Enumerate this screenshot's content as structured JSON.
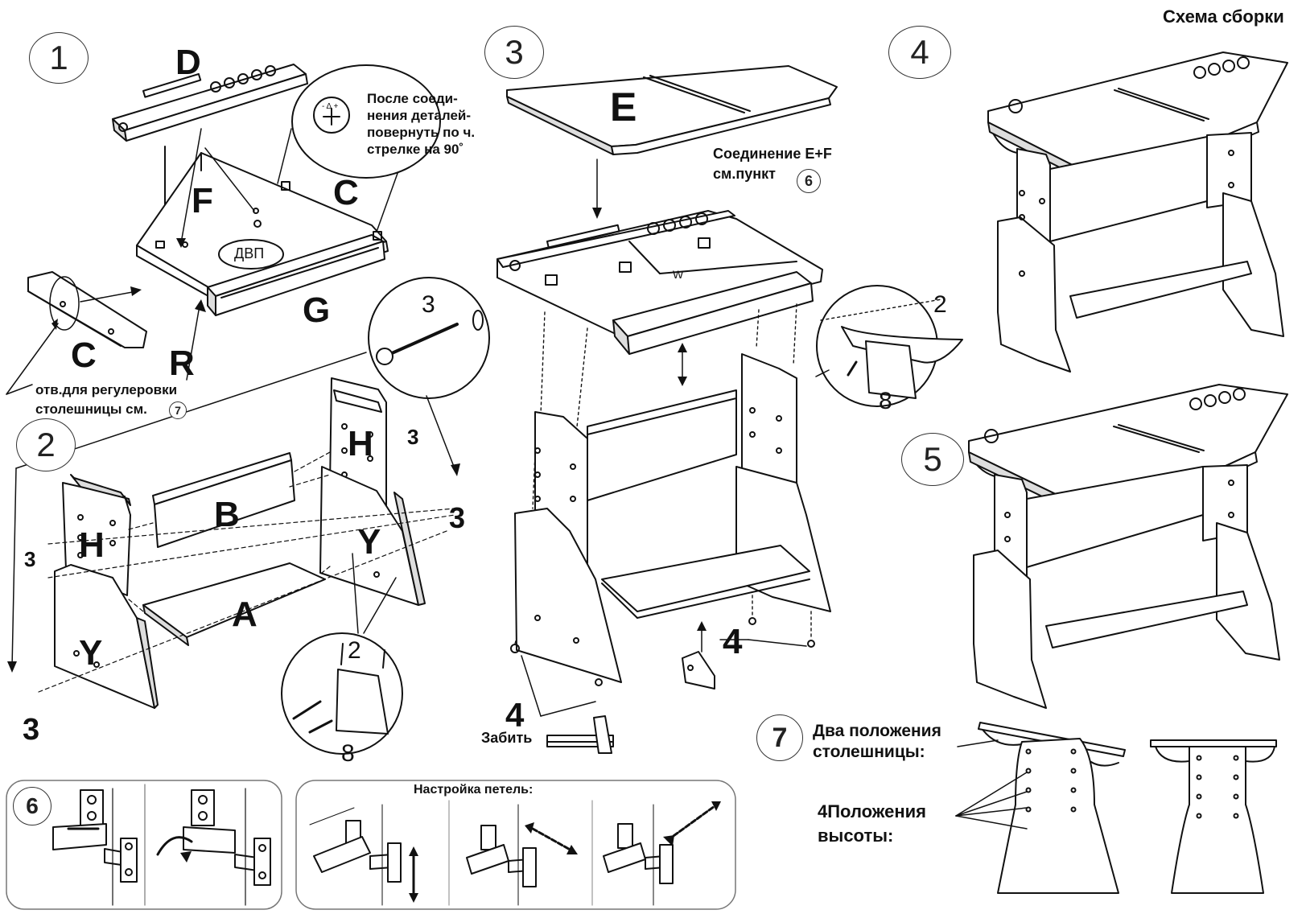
{
  "title": "Схема сборки",
  "steps": {
    "s1": "1",
    "s2": "2",
    "s3": "3",
    "s4": "4",
    "s5": "5",
    "s6": "6",
    "s7": "7"
  },
  "parts": {
    "D": "D",
    "F": "F",
    "C_top": "C",
    "C_left": "C",
    "G": "G",
    "R": "R",
    "dvp": "ДВП",
    "E": "E",
    "H_left": "H",
    "H_right": "H",
    "B": "B",
    "A": "A",
    "Y_left": "Y",
    "Y_right": "Y",
    "W": "W"
  },
  "notes": {
    "rotate": "После соеди- нения деталей- повернуть по ч. стрелке на 90˚",
    "adjust_holes_1": "отв.для регулеровки",
    "adjust_holes_2": "столешницы см.",
    "adjust_ref": "7",
    "connection_ef_1": "Соединение E+F",
    "connection_ef_2": "см.пункт",
    "connection_ref": "6",
    "hammer": "Забить",
    "hinge_adjust": "Настройка петель:",
    "two_positions": "Два положения столешницы:",
    "four_positions": "4Положения высоты:",
    "dial_symbols": "- Δ +"
  },
  "callouts": {
    "screw_3_zoom": "3",
    "step2_3_a": "3",
    "step2_3_b": "3",
    "step2_3_c": "3",
    "step2_3_d": "3",
    "step2_2": "2",
    "step2_8": "8",
    "step3_2": "2",
    "step3_8": "8",
    "step3_4_a": "4",
    "step3_4_b": "4"
  }
}
